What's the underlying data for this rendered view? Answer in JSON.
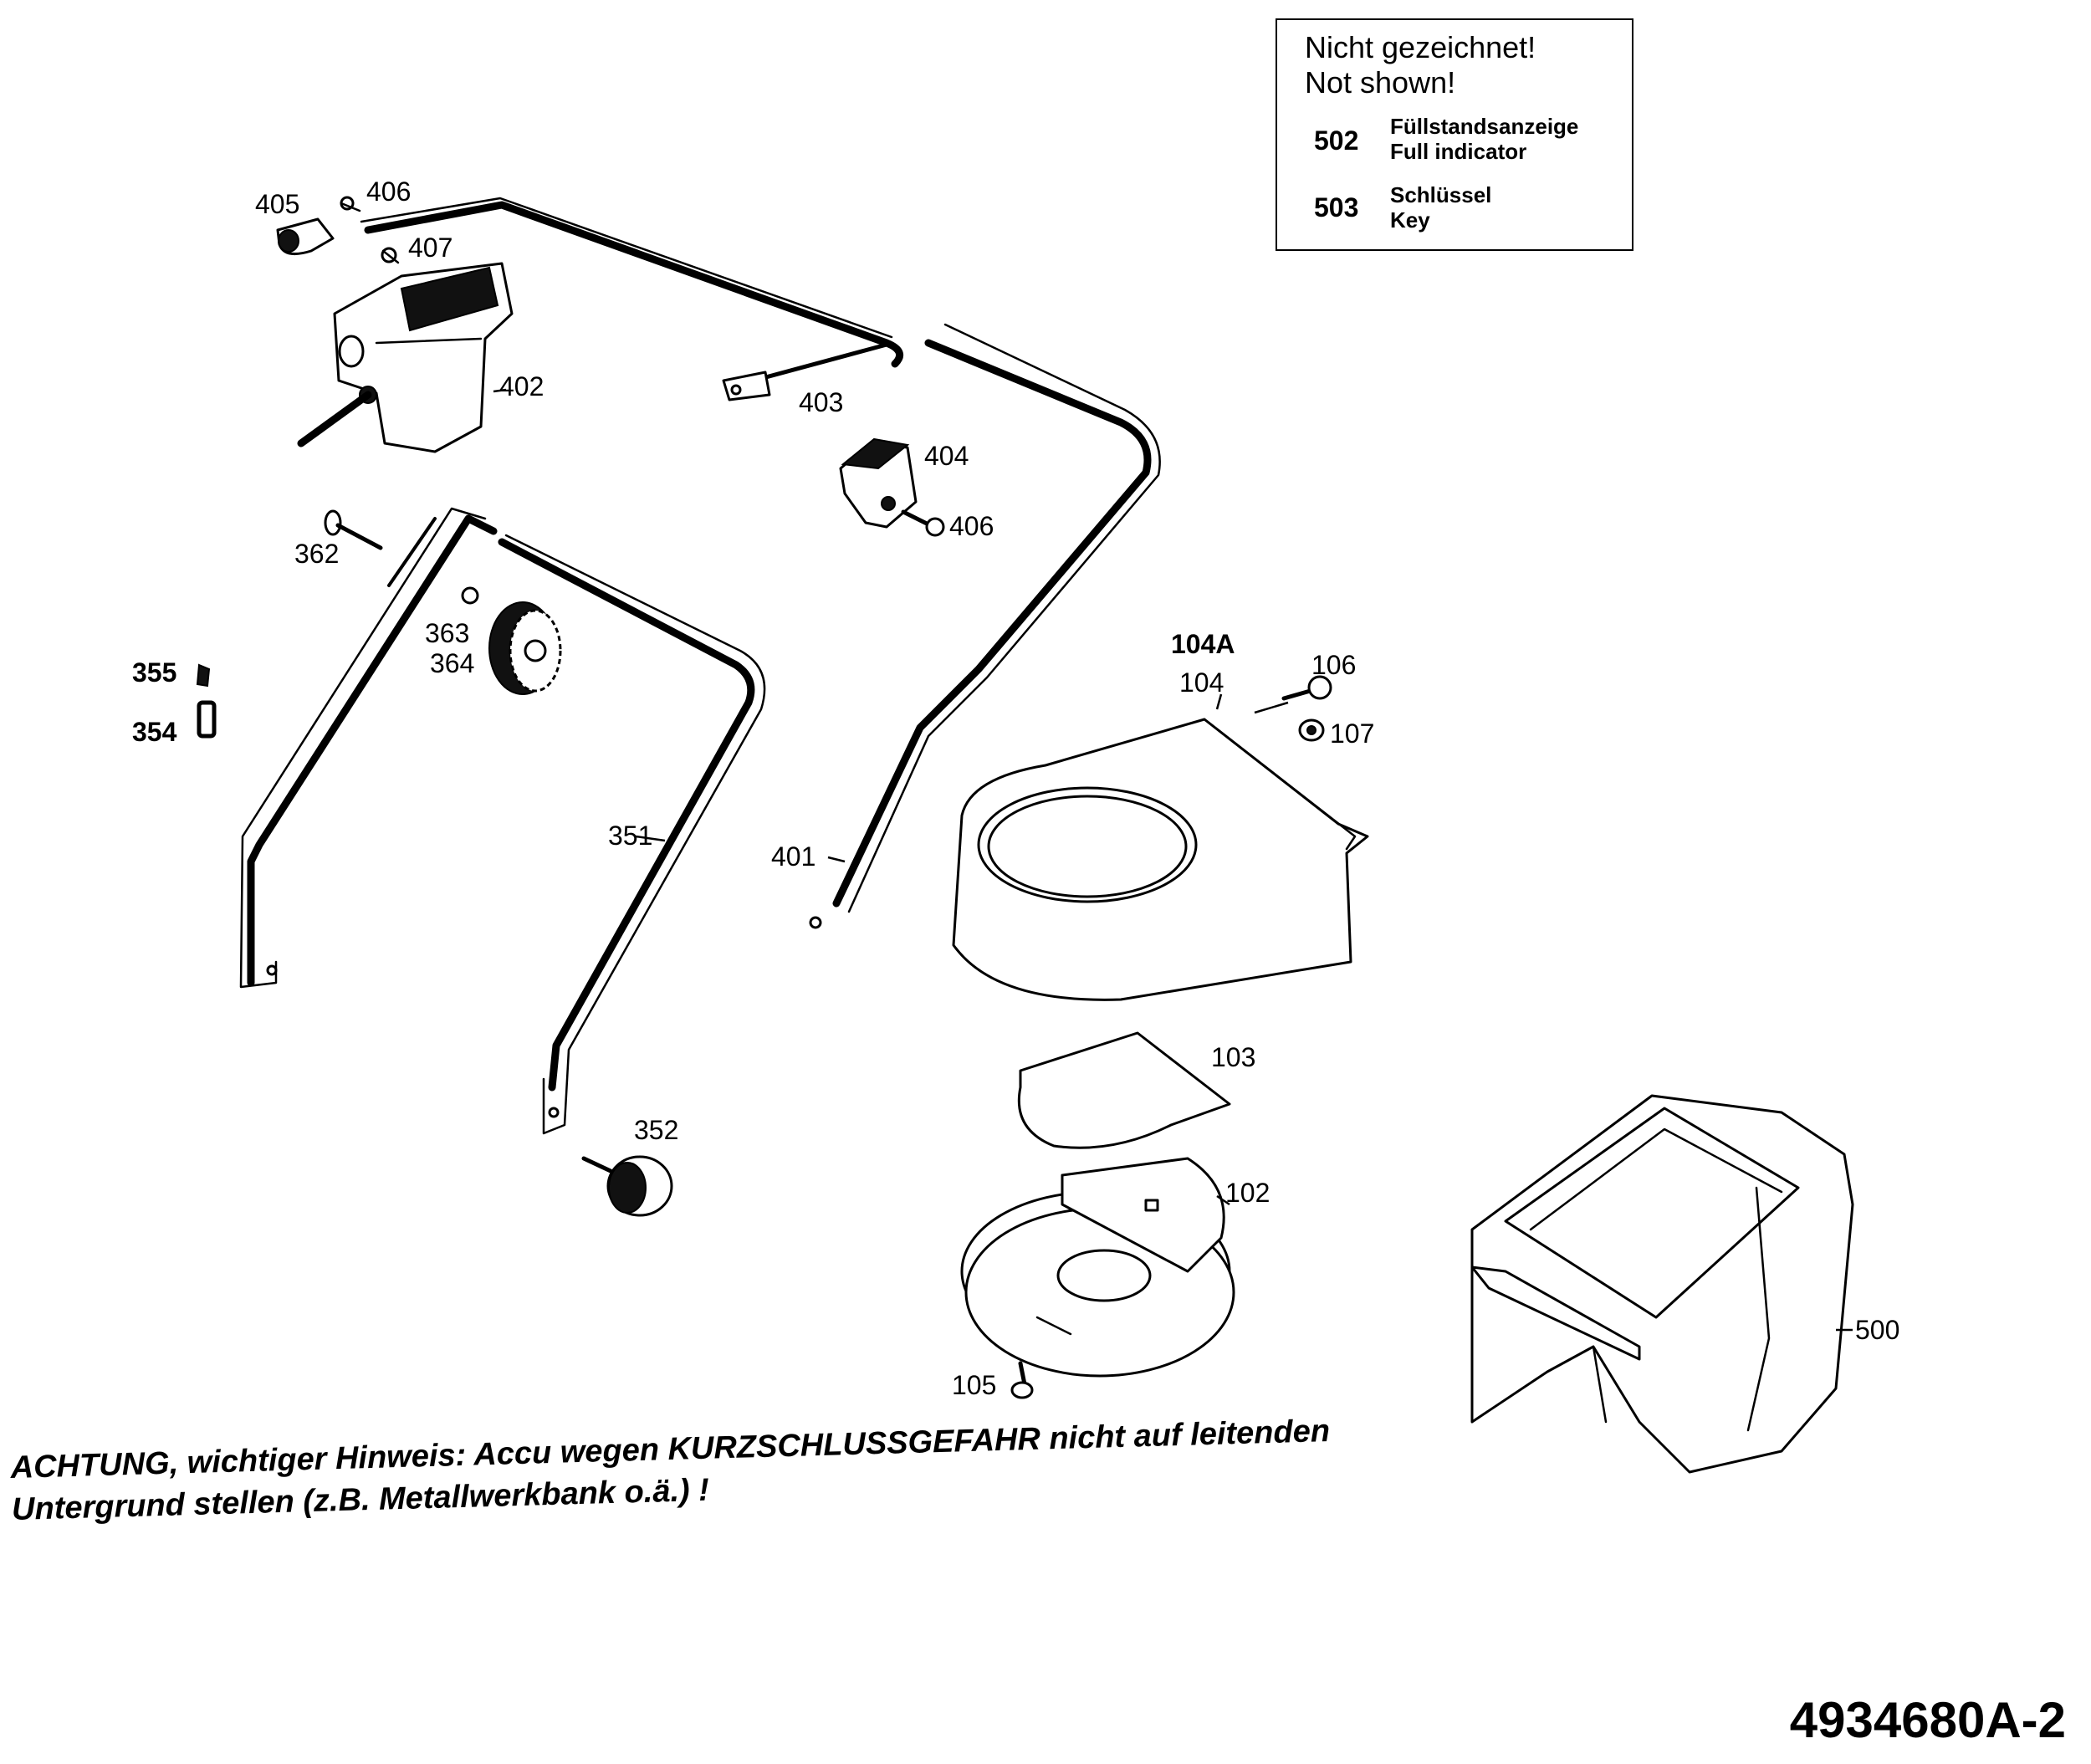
{
  "legend": {
    "title_de": "Nicht gezeichnet!",
    "title_en": "Not shown!",
    "items": [
      {
        "number": "502",
        "name_de": "Füllstandsanzeige",
        "name_en": "Full indicator"
      },
      {
        "number": "503",
        "name_de": "Schlüssel",
        "name_en": "Key"
      }
    ]
  },
  "labels": {
    "p405": "405",
    "p406a": "406",
    "p407": "407",
    "p402": "402",
    "p403": "403",
    "p404": "404",
    "p406b": "406",
    "p362": "362",
    "p363": "363",
    "p364": "364",
    "p355": "355",
    "p354": "354",
    "p351": "351",
    "p401": "401",
    "p104a": "104A",
    "p104": "104",
    "p106": "106",
    "p107": "107",
    "p103": "103",
    "p352": "352",
    "p102": "102",
    "p105": "105",
    "p500": "500"
  },
  "warning": {
    "line1": "ACHTUNG, wichtiger Hinweis: Accu wegen KURZSCHLUSSGEFAHR nicht auf leitenden",
    "line2": "Untergrund stellen (z.B. Metallwerkbank o.ä.) !"
  },
  "drawing_number": "4934680A-2"
}
